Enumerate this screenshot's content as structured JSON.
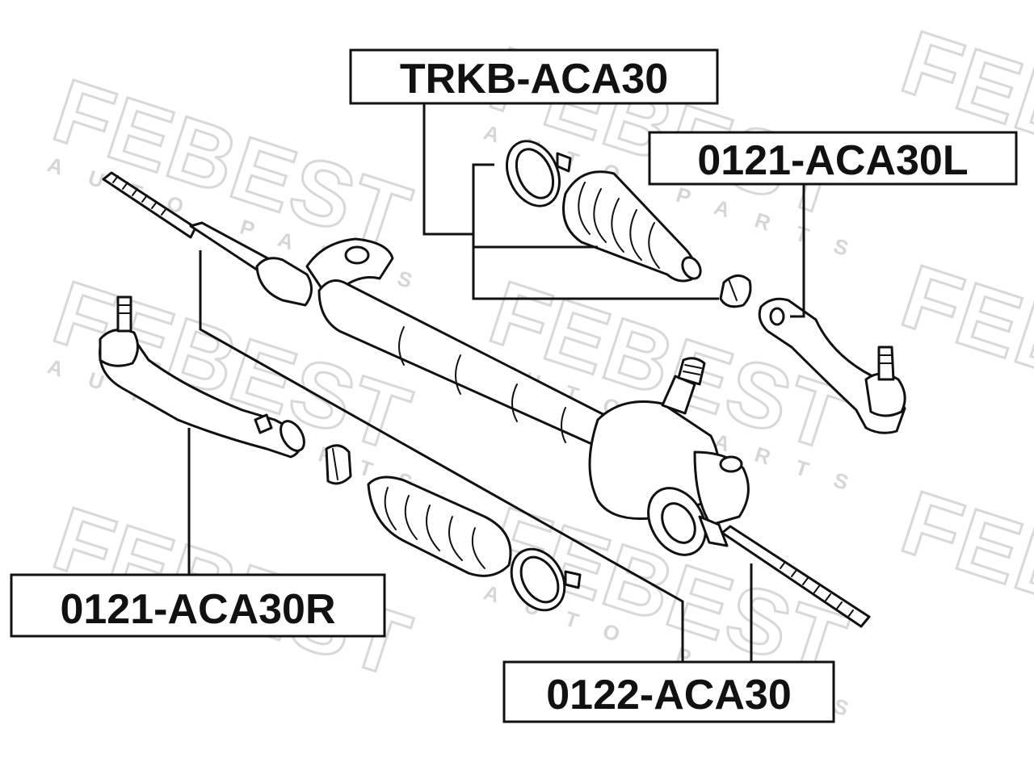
{
  "watermark": {
    "brand": "FEBEST",
    "tagline": "AUTO PARTS"
  },
  "labels": {
    "boot_kit": "TRKB-ACA30",
    "tie_rod_end_left": "0121-ACA30L",
    "tie_rod_end_right": "0121-ACA30R",
    "tie_rod": "0122-ACA30"
  },
  "colors": {
    "line": "#111111",
    "background": "#ffffff",
    "watermark": "#d8d8d8"
  }
}
